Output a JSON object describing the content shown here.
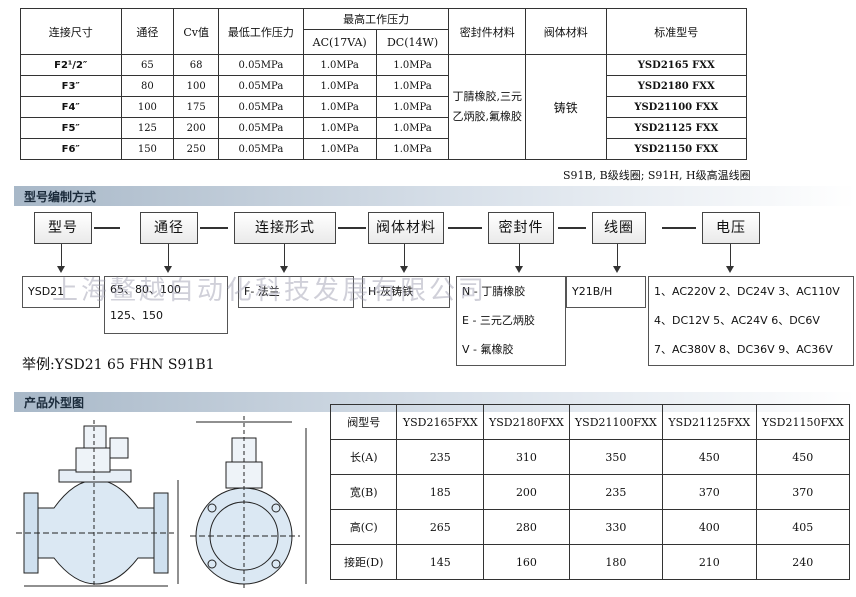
{
  "spec_table": {
    "headers": {
      "size": "连接尺寸",
      "bore": "通径",
      "cv": "Cv值",
      "min_pressure": "最低工作压力",
      "max_pressure": "最高工作压力",
      "ac": "AC(17VA)",
      "dc": "DC(14W)",
      "seal": "密封件材料",
      "body": "阀体材料",
      "model": "标准型号"
    },
    "seal_material": "丁腈橡胶,三元乙炳胶,氟橡胶",
    "body_material": "铸铁",
    "rows": [
      {
        "size": "F2¹/2″",
        "bore": "65",
        "cv": "68",
        "min": "0.05MPa",
        "ac": "1.0MPa",
        "dc": "1.0MPa",
        "model": "YSD2165 FXX"
      },
      {
        "size": "F3″",
        "bore": "80",
        "cv": "100",
        "min": "0.05MPa",
        "ac": "1.0MPa",
        "dc": "1.0MPa",
        "model": "YSD2180 FXX"
      },
      {
        "size": "F4″",
        "bore": "100",
        "cv": "175",
        "min": "0.05MPa",
        "ac": "1.0MPa",
        "dc": "1.0MPa",
        "model": "YSD21100 FXX"
      },
      {
        "size": "F5″",
        "bore": "125",
        "cv": "200",
        "min": "0.05MPa",
        "ac": "1.0MPa",
        "dc": "1.0MPa",
        "model": "YSD21125 FXX"
      },
      {
        "size": "F6″",
        "bore": "150",
        "cv": "250",
        "min": "0.05MPa",
        "ac": "1.0MPa",
        "dc": "1.0MPa",
        "model": "YSD21150 FXX"
      }
    ],
    "note": "S91B, B级线圈; S91H, H级高温线圈"
  },
  "model_section": {
    "title": "型号编制方式",
    "boxes": [
      "型号",
      "通径",
      "连接形式",
      "阀体材料",
      "密封件",
      "线圈",
      "电压"
    ],
    "values": {
      "model": "YSD21",
      "bore_line1": "65、80、100",
      "bore_line2": "125、150",
      "connection": "F- 法兰",
      "body": "H-灰铸铁",
      "seal_1": "N - 丁腈橡胶",
      "seal_2": "E - 三元乙炳胶",
      "seal_3": "V - 氟橡胶",
      "coil": "Y21B/H",
      "voltage_1": "1、AC220V 2、DC24V 3、AC110V",
      "voltage_2": "4、DC12V 5、AC24V 6、DC6V",
      "voltage_3": "7、AC380V 8、DC36V 9、AC36V"
    },
    "example": "举例:YSD21 65 FHN S91B1",
    "watermark": "上海鳌越自动化科技发展有限公司"
  },
  "outline_section": {
    "title": "产品外型图",
    "table": {
      "header_label": "阀型号",
      "models": [
        "YSD2165FXX",
        "YSD2180FXX",
        "YSD21100FXX",
        "YSD21125FXX",
        "YSD21150FXX"
      ],
      "rows": [
        {
          "label": "长(A)",
          "values": [
            "235",
            "310",
            "350",
            "450",
            "450"
          ]
        },
        {
          "label": "宽(B)",
          "values": [
            "185",
            "200",
            "235",
            "370",
            "370"
          ]
        },
        {
          "label": "高(C)",
          "values": [
            "265",
            "280",
            "330",
            "400",
            "405"
          ]
        },
        {
          "label": "接距(D)",
          "values": [
            "145",
            "160",
            "180",
            "210",
            "240"
          ]
        }
      ]
    }
  }
}
